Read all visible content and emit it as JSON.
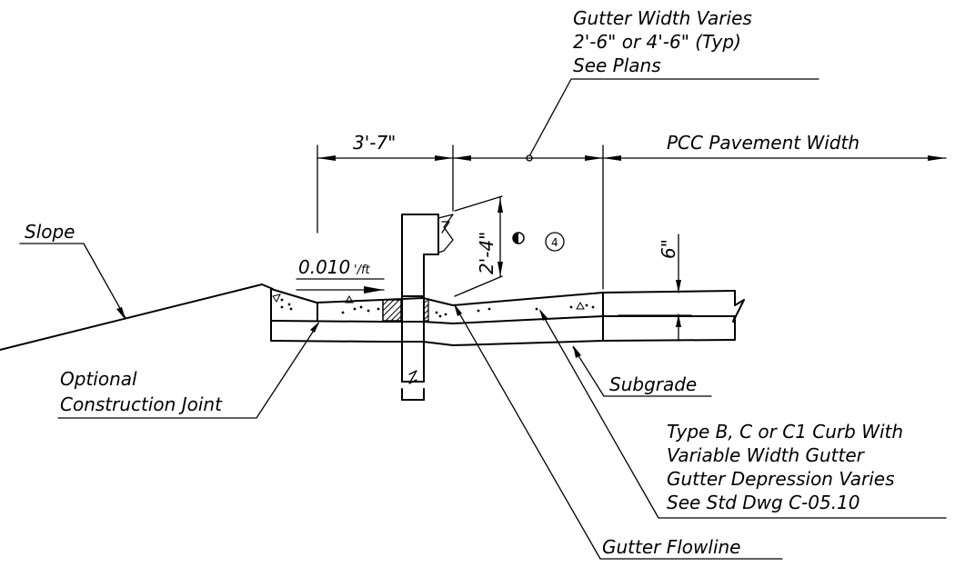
{
  "labels": {
    "gutter_width_line1": "Gutter Width Varies",
    "gutter_width_line2": "2'-6\" or 4'-6\" (Typ)",
    "gutter_width_line3": "See Plans",
    "dim_3_7": "3'-7\"",
    "pcc_pavement_width": "PCC Pavement Width",
    "slope": "Slope",
    "slope_rate_value": "0.010",
    "slope_rate_unit": "'/ft",
    "dim_2_4": "2'-4\"",
    "dim_6": "6\"",
    "callout_number": "4",
    "optional_joint_line1": "Optional",
    "optional_joint_line2": "Construction Joint",
    "subgrade": "Subgrade",
    "curb_note_line1": "Type B, C or C1 Curb With",
    "curb_note_line2": "Variable Width Gutter",
    "curb_note_line3": "Gutter Depression Varies",
    "curb_note_line4": "See Std Dwg C-05.10",
    "gutter_flowline": "Gutter Flowline"
  },
  "colors": {
    "line": "#000000",
    "background": "#ffffff"
  }
}
